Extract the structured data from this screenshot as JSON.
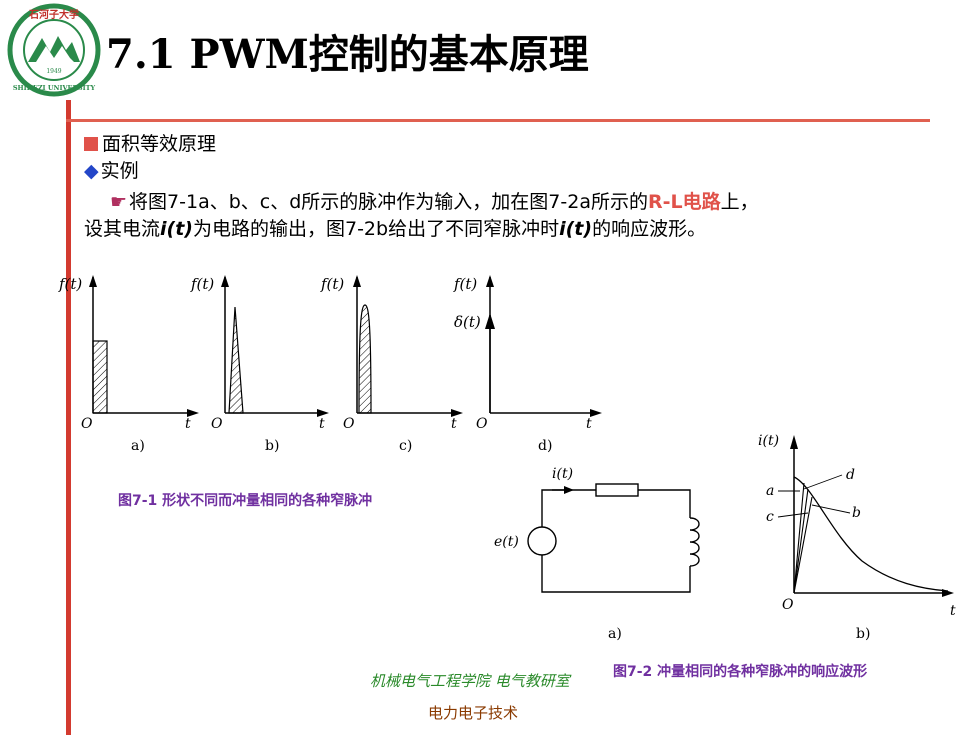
{
  "header": {
    "title": "7.1 PWM控制的基本原理"
  },
  "logo": {
    "name": "university-seal",
    "text_top": "石河子大学",
    "text_bottom": "SHIHEZI UNIVERSITY",
    "year": "1949"
  },
  "content": {
    "l1": "面积等效原理",
    "l2": "实例",
    "l3_a": "将图7-1a、b、c、d所示的脉冲作为输入，加在图7-2a所示的",
    "l3_red": "R-L",
    "l3_b": "电路",
    "l3_c": "上，",
    "l4_a": "设其电流",
    "l4_i1": "i(t)",
    "l4_b": "为电路的输出，图7-2b给出了不同窄脉冲时",
    "l4_i2": "i(t)",
    "l4_c": "的响应波形。"
  },
  "fig1": {
    "caption": "图7-1 形状不同而冲量相同的各种窄脉冲",
    "ylabel": "f(t)",
    "ylabel_d2": "δ(t)",
    "origin": "O",
    "xlabel": "t",
    "sub": [
      "a)",
      "b)",
      "c)",
      "d)"
    ]
  },
  "fig2": {
    "caption": "图7-2 冲量相同的各种窄脉冲的响应波形",
    "current": "i(t)",
    "source": "e(t)",
    "sub_a": "a)",
    "sub_b": "b)",
    "resp_ylabel": "i(t)",
    "resp_origin": "O",
    "resp_xlabel": "t",
    "curve_labels": [
      "a",
      "b",
      "c",
      "d"
    ]
  },
  "footer": {
    "school": "机械电气工程学院 电气教研室",
    "course": "电力电子技术"
  },
  "colors": {
    "accent": "#d33a2f",
    "caption": "#7030a0",
    "school": "#2a8a2a",
    "course": "#8a3a00",
    "highlight": "#e0524a"
  }
}
